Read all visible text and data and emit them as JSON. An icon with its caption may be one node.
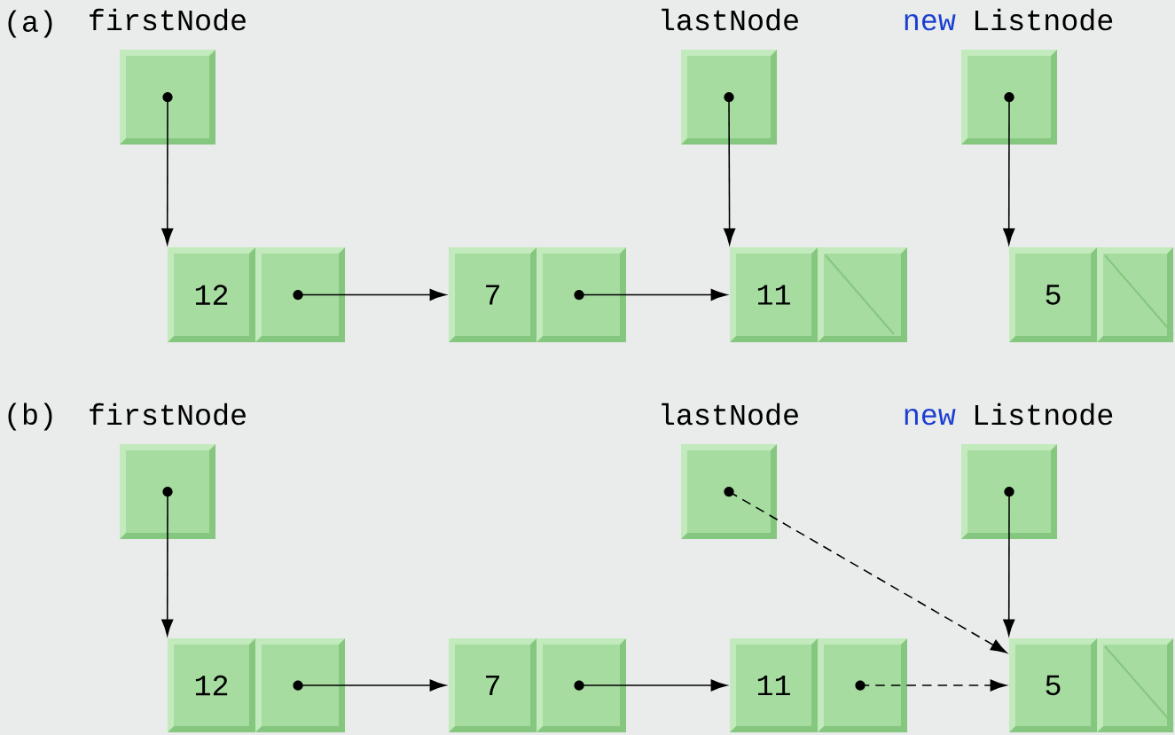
{
  "diagram": {
    "nodes": [
      {
        "text": [
          "firstNode"
        ]
      },
      {
        "text": [
          "lastNode"
        ]
      },
      {
        "text": [
          "new",
          "Listnode"
        ]
      },
      {
        "text": [
          "12"
        ]
      },
      {
        "text": [
          "7"
        ]
      },
      {
        "text": [
          "11"
        ]
      },
      {
        "text": [
          "5"
        ]
      },
      {
        "text": [
          "firstNode"
        ]
      },
      {
        "text": [
          "lastNode"
        ]
      },
      {
        "text": [
          "new",
          "Listnode"
        ]
      },
      {
        "text": [
          "12"
        ]
      },
      {
        "text": [
          "7"
        ]
      },
      {
        "text": [
          "11"
        ]
      },
      {
        "text": [
          "5"
        ]
      }
    ],
    "edges": [
      {
        "from": 0,
        "to": 3,
        "arrow": "to"
      },
      {
        "from": 1,
        "to": 5,
        "arrow": "to"
      },
      {
        "from": 2,
        "to": 6,
        "arrow": "to"
      },
      {
        "from": 3,
        "to": 4,
        "arrow": "to"
      },
      {
        "from": 4,
        "to": 5,
        "arrow": "to"
      },
      {
        "from": 7,
        "to": 10,
        "arrow": "to"
      },
      {
        "from": 8,
        "to": 13,
        "arrow": "to",
        "style": "dashed"
      },
      {
        "from": 9,
        "to": 13,
        "arrow": "to"
      },
      {
        "from": 10,
        "to": 11,
        "arrow": "to"
      },
      {
        "from": 11,
        "to": 12,
        "arrow": "to"
      },
      {
        "from": 12,
        "to": 13,
        "arrow": "to",
        "style": "dashed"
      }
    ],
    "labels": [
      "(a)",
      "(b)"
    ]
  }
}
